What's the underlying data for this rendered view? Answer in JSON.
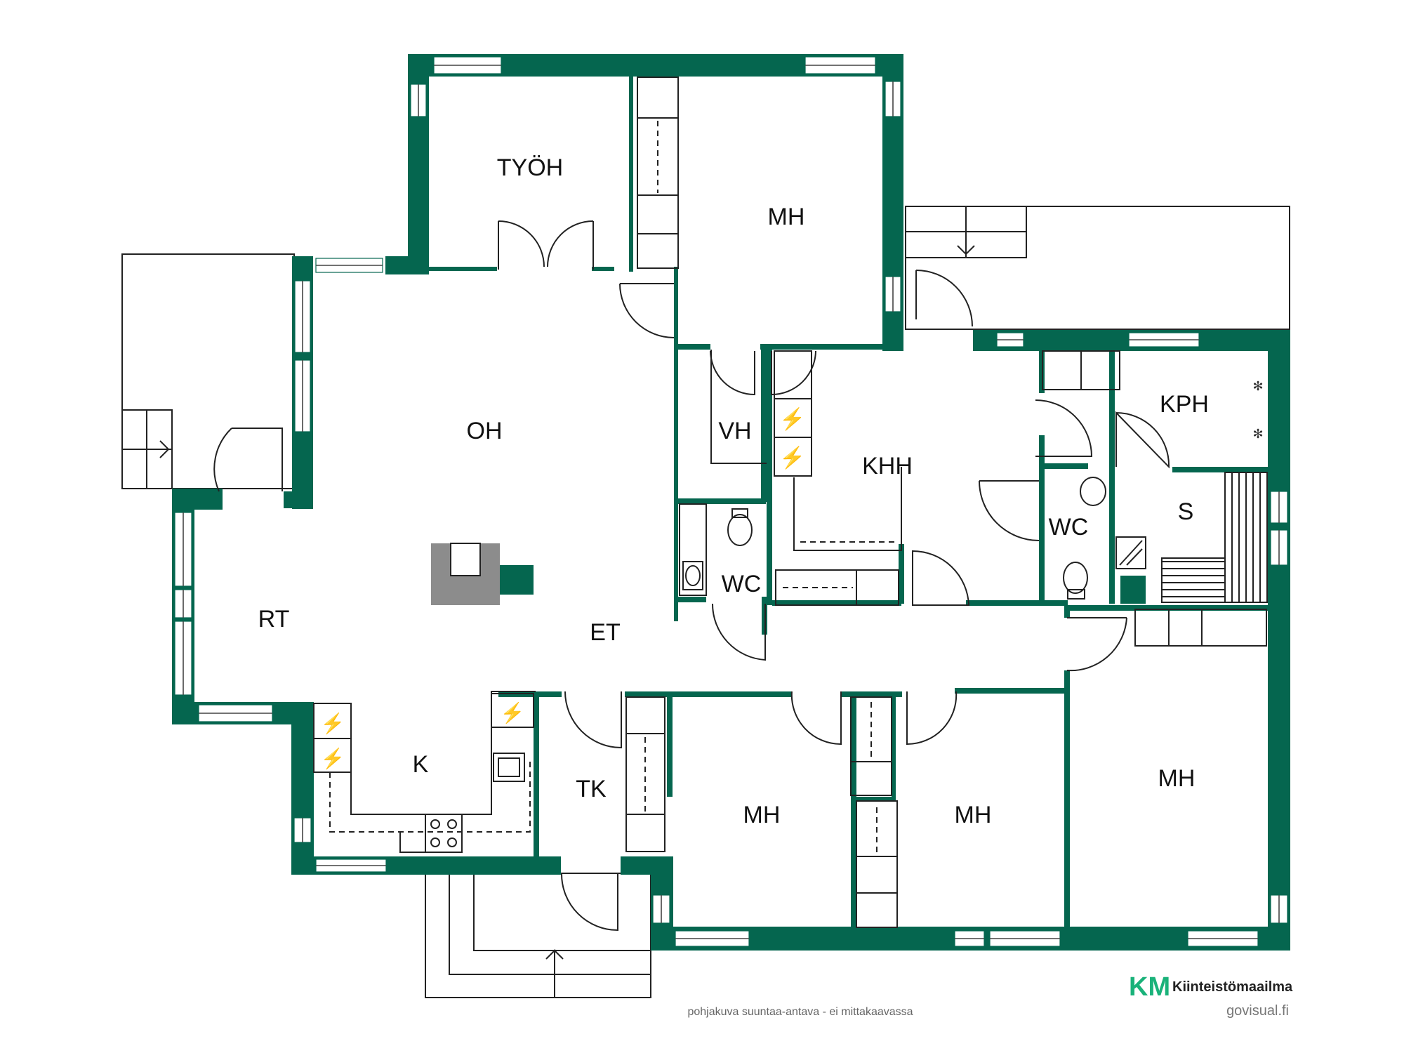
{
  "rooms": {
    "tyoh": "TYÖH",
    "mh_top": "MH",
    "oh": "OH",
    "vh": "VH",
    "khh": "KHH",
    "kph": "KPH",
    "s": "S",
    "wc_left": "WC",
    "wc_right": "WC",
    "rt": "RT",
    "et": "ET",
    "k": "K",
    "tk": "TK",
    "mh_bottom_1": "MH",
    "mh_bottom_2": "MH",
    "mh_right": "MH"
  },
  "footer": {
    "disclaimer": "pohjakuva suuntaa-antava - ei mittakaavassa",
    "brand_mark": "KM",
    "brand_name": "Kiinteistömaailma",
    "site": "govisual.fi"
  },
  "colors": {
    "wall": "#05664f",
    "brand_km": "#1ab27a"
  }
}
